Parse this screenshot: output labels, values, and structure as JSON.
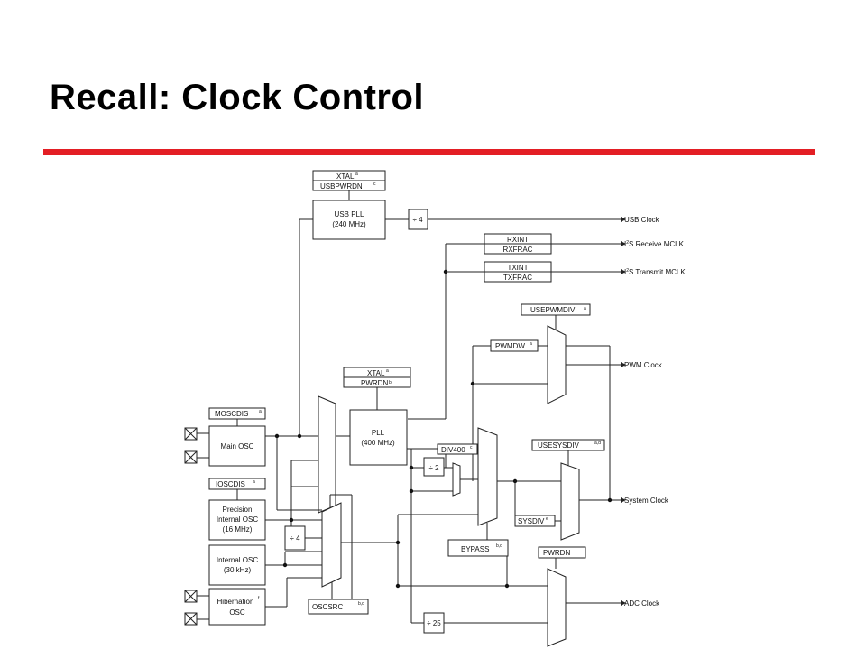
{
  "slide": {
    "title": "Recall: Clock Control",
    "accent_color": "#e31e24"
  },
  "diagram": {
    "registers": {
      "xtal_usb": "XTAL",
      "usbpwrdn": "USBPWRDN",
      "rxint": "RXINT",
      "rxfrac": "RXFRAC",
      "txint": "TXINT",
      "txfrac": "TXFRAC",
      "usepwmdiv": "USEPWMDIV",
      "pwmdw": "PWMDW",
      "xtal_pll": "XTAL",
      "pwrdn_pll": "PWRDN",
      "div400": "DIV400",
      "usesysdiv": "USESYSDIV",
      "sysdiv": "SYSDIV",
      "bypass": "BYPASS",
      "pwrdn_adc": "PWRDN",
      "mosdis": "MOSCDIS",
      "ioscdis": "IOSCDIS",
      "oscsrc": "OSCSRC"
    },
    "superscripts": {
      "xtal_usb": "a",
      "usbpwrdn": "c",
      "usepwmdiv": "a",
      "pwmdw": "a",
      "xtal_pll": "a",
      "pwrdn_pll": "b",
      "div400": "c",
      "usesysdiv": "a,d",
      "sysdiv": "e",
      "bypass": "b,d",
      "mosdis": "a",
      "ioscdis": "a",
      "oscsrc": "b,d",
      "hib_osc": "f"
    },
    "blocks": {
      "usb_pll_1": "USB PLL",
      "usb_pll_2": "(240 MHz)",
      "pll_1": "PLL",
      "pll_2": "(400 MHz)",
      "main_osc": "Main OSC",
      "piosc_1": "Precision",
      "piosc_2": "Internal OSC",
      "piosc_3": "(16 MHz)",
      "iosc_1": "Internal OSC",
      "iosc_2": "(30 kHz)",
      "hib_1": "Hibernation",
      "hib_2": "OSC"
    },
    "dividers": {
      "div4_usb": "÷ 4",
      "div2": "÷ 2",
      "div4_osc": "÷ 4",
      "div25": "÷ 25"
    },
    "outputs": {
      "usb_clock": "USB Clock",
      "i2s_rx_pre": "I",
      "i2s_rx_sup": "2",
      "i2s_rx_post": "S Receive MCLK",
      "i2s_tx_pre": "I",
      "i2s_tx_sup": "2",
      "i2s_tx_post": "S Transmit MCLK",
      "pwm_clock": "PWM Clock",
      "system_clock": "System Clock",
      "adc_clock": "ADC Clock"
    }
  }
}
